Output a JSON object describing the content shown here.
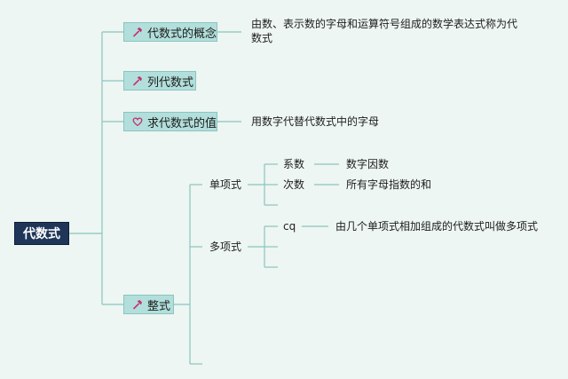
{
  "root": {
    "label": "代数式"
  },
  "topics": {
    "concept": {
      "label": "代数式的概念",
      "icon": "hammer-icon",
      "note": "由数、表示数的字母和运算符号组成的数学表达式称为代数式"
    },
    "list": {
      "label": "列代数式",
      "icon": "hammer-icon"
    },
    "value": {
      "label": "求代数式的值",
      "icon": "heart-icon",
      "note": "用数字代替代数式中的字母"
    },
    "integral": {
      "label": "整式",
      "icon": "hammer-icon",
      "monomial": {
        "label": "单项式",
        "coef": {
          "label": "系数",
          "note": "数字因数"
        },
        "degree": {
          "label": "次数",
          "note": "所有字母指数的和"
        }
      },
      "polynomial": {
        "label": "多项式",
        "cq": {
          "label": "cq",
          "note": "由几个单项式相加组成的代数式叫做多项式"
        }
      }
    }
  },
  "colors": {
    "background": "#edf6f2",
    "root_fill": "#1f3658",
    "topic_fill": "#b2dfdb",
    "line": "#8cc4bf",
    "icon_hammer": "#c62f73",
    "icon_heart": "#c62f73"
  }
}
